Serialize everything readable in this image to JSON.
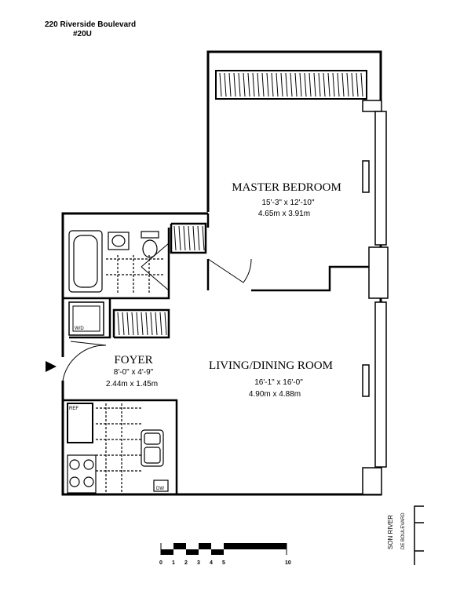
{
  "header": {
    "address": "220 Riverside Boulevard",
    "unit": "#20U"
  },
  "rooms": {
    "master_bedroom": {
      "name": "MASTER BEDROOM",
      "dim_imperial": "15'-3\" x 12'-10\"",
      "dim_metric": "4.65m x 3.91m"
    },
    "foyer": {
      "name": "FOYER",
      "dim_imperial": "8'-0\" x 4'-9\"",
      "dim_metric": "2.44m x 1.45m"
    },
    "living_dining": {
      "name": "LIVING/DINING ROOM",
      "dim_imperial": "16'-1\" x 16'-0\"",
      "dim_metric": "4.90m x 4.88m"
    }
  },
  "appliances": {
    "washer_dryer": "W/D",
    "refrigerator": "REF",
    "dishwasher": "DW"
  },
  "scale": {
    "ticks": [
      "0",
      "1",
      "2",
      "3",
      "4",
      "5",
      "10"
    ]
  },
  "compass": {
    "line1": "SON RIVER",
    "line2": "DE BOULEVARD"
  }
}
